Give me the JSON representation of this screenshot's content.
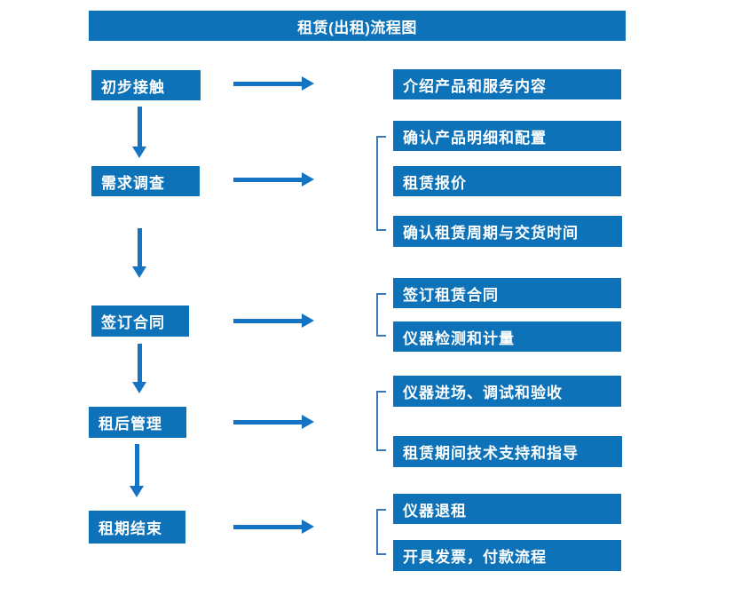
{
  "title": "租赁(出租)流程图",
  "colors": {
    "box_blue": "#0d72b8",
    "arrow_blue": "#1573c4",
    "bracket_blue": "#3b77b7",
    "text_on_blue": "#ffffff",
    "background": "#ffffff"
  },
  "steps": [
    {
      "label": "初步接触",
      "details": [
        "介绍产品和服务内容"
      ]
    },
    {
      "label": "需求调查",
      "details": [
        "确认产品明细和配置",
        "租赁报价",
        "确认租赁周期与交货时间"
      ]
    },
    {
      "label": "签订合同",
      "details": [
        "签订租赁合同",
        "仪器检测和计量"
      ]
    },
    {
      "label": "租后管理",
      "details": [
        "仪器进场、调试和验收",
        "租赁期间技术支持和指导"
      ]
    },
    {
      "label": "租期结束",
      "details": [
        "仪器退租",
        "开具发票，付款流程"
      ]
    }
  ]
}
